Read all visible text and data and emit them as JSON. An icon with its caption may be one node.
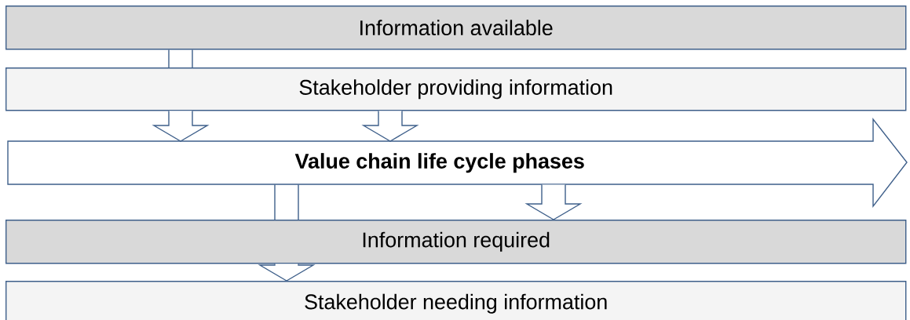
{
  "diagram": {
    "nodes": [
      {
        "text": [
          "Information available"
        ]
      },
      {
        "text": [
          "Stakeholder providing information"
        ]
      },
      {
        "text": [
          "**Value chain life cycle phases**"
        ]
      },
      {
        "text": [
          "Information required"
        ]
      },
      {
        "text": [
          "Stakeholder needing information"
        ]
      }
    ],
    "edges": [
      {
        "from": 0,
        "to": 1,
        "arrow": "none"
      },
      {
        "from": 1,
        "to": 2,
        "arrow": "to"
      },
      {
        "from": 1,
        "to": 2,
        "arrow": "to"
      },
      {
        "from": 2,
        "to": 3,
        "arrow": "none"
      },
      {
        "from": 3,
        "to": 4,
        "arrow": "to"
      },
      {
        "from": 2,
        "to": 3,
        "arrow": "to"
      }
    ]
  }
}
